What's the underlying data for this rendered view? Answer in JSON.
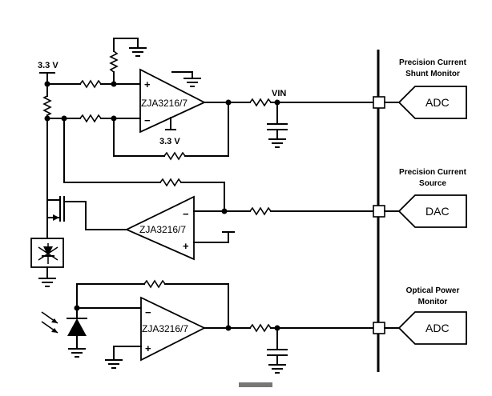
{
  "supply_top": "3.3 V",
  "supply_opamp": "3.3 V",
  "vin_label": "VIN",
  "opamp_label": "ZJA3216/7",
  "sign_plus": "+",
  "sign_minus": "−",
  "channels": [
    {
      "title_line1": "Precision Current",
      "title_line2": "Shunt Monitor",
      "block": "ADC"
    },
    {
      "title_line1": "Precision Current",
      "title_line2": "Source",
      "block": "DAC"
    },
    {
      "title_line1": "Optical Power",
      "title_line2": "Monitor",
      "block": "ADC"
    }
  ]
}
